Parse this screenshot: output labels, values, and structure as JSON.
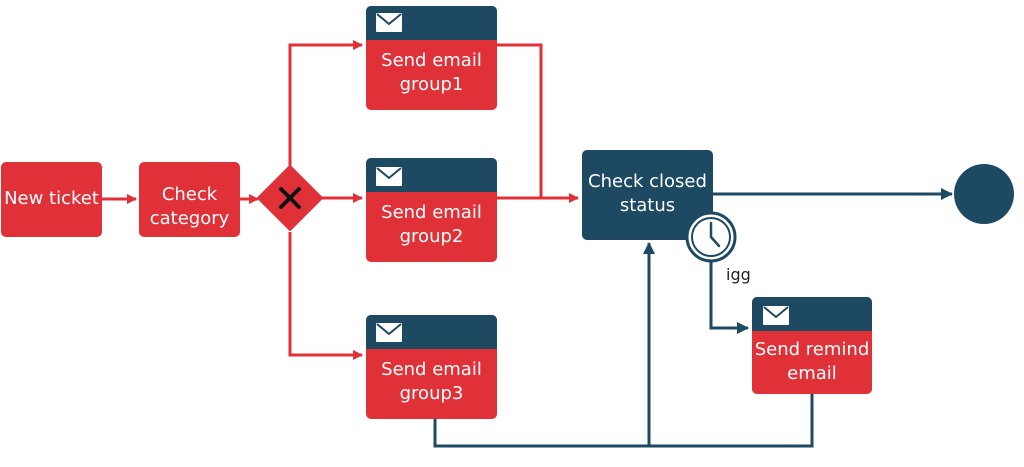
{
  "colors": {
    "red": "#e03038",
    "dark": "#1d4a62",
    "bg": "#ffffff"
  },
  "nodes": {
    "new_ticket": {
      "label": "New ticket"
    },
    "check_category": {
      "line1": "Check",
      "line2": "category"
    },
    "gateway": {
      "icon": "exclusive-gateway-x-icon"
    },
    "send1": {
      "line1": "Send email",
      "line2": "group1",
      "icon": "envelope-icon"
    },
    "send2": {
      "line1": "Send email",
      "line2": "group2",
      "icon": "envelope-icon"
    },
    "send3": {
      "line1": "Send email",
      "line2": "group3",
      "icon": "envelope-icon"
    },
    "check_closed": {
      "line1": "Check closed",
      "line2": "status"
    },
    "timer": {
      "icon": "clock-icon",
      "label": "igg"
    },
    "remind": {
      "line1": "Send remind",
      "line2": "email",
      "icon": "envelope-icon"
    },
    "end": {
      "icon": "end-event-circle"
    }
  }
}
